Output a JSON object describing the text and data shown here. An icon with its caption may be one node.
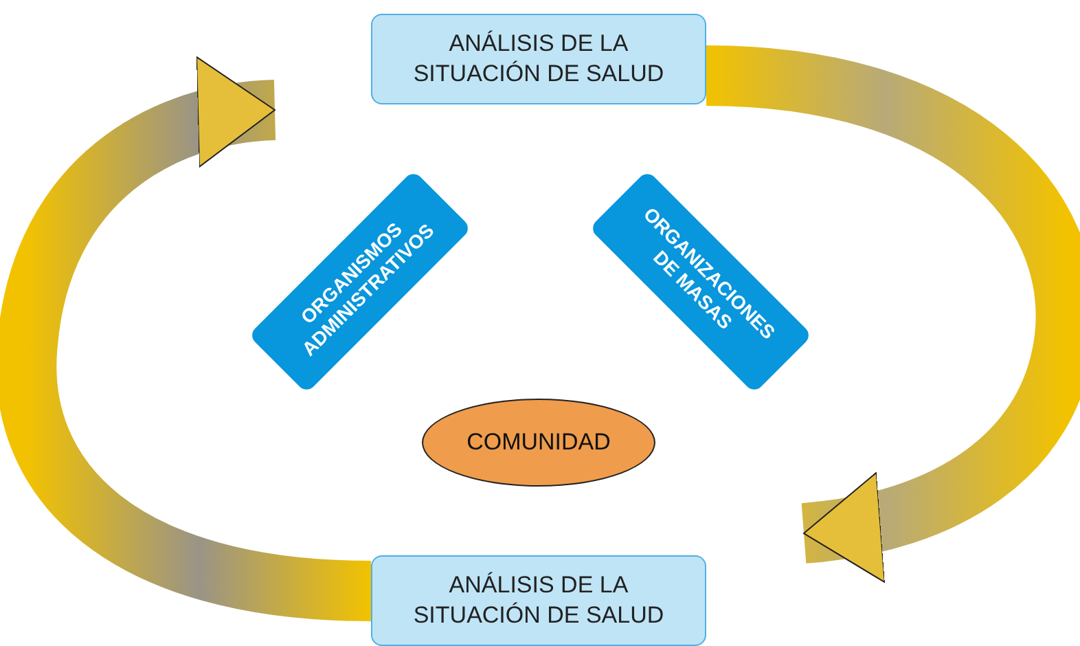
{
  "diagram": {
    "nodes": [
      {
        "text": [
          "ANÁLISIS DE LA SITUACIÓN DE SALUD"
        ]
      },
      {
        "text": [
          "ORGANISMOS ADMINISTRATIVOS"
        ]
      },
      {
        "text": [
          "ORGANIZACIONES DE MASAS"
        ]
      },
      {
        "text": [
          "COMUNIDAD"
        ]
      },
      {
        "text": [
          "ANÁLISIS DE LA SITUACIÓN DE SALUD"
        ]
      }
    ],
    "edges": [
      {
        "from": 4,
        "to": 0,
        "arrow": "to",
        "style": "thick"
      },
      {
        "from": 0,
        "to": 4,
        "arrow": "to",
        "style": "thick"
      }
    ]
  }
}
